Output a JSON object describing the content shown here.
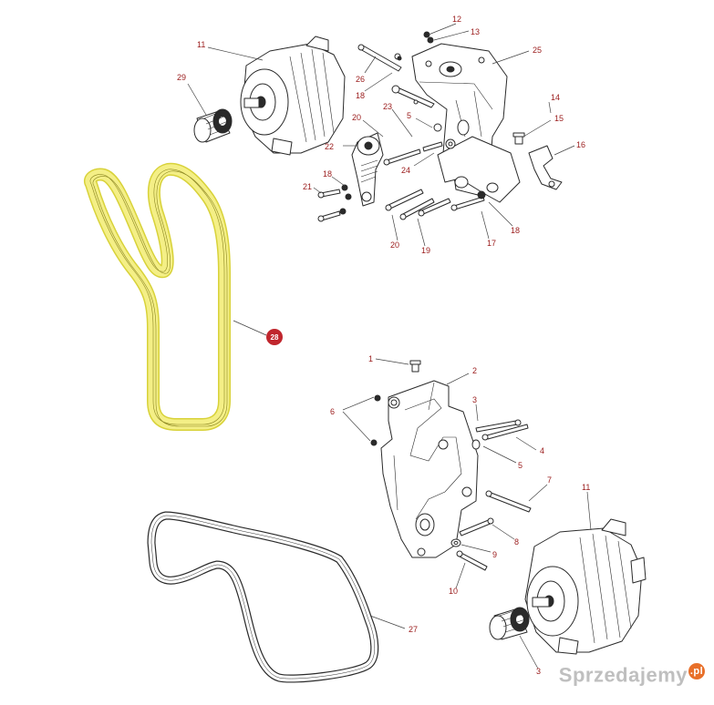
{
  "callouts": {
    "c1": "1",
    "c2": "2",
    "c3a": "3",
    "c3b": "3",
    "c4": "4",
    "c5a": "5",
    "c5b": "5",
    "c6": "6",
    "c7": "7",
    "c8": "8",
    "c9": "9",
    "c10": "10",
    "c11a": "11",
    "c11b": "11",
    "c12": "12",
    "c13": "13",
    "c14": "14",
    "c15": "15",
    "c16": "16",
    "c17": "17",
    "c18a": "18",
    "c18b": "18",
    "c18c": "18",
    "c19": "19",
    "c20a": "20",
    "c20b": "20",
    "c21": "21",
    "c22": "22",
    "c23": "23",
    "c24": "24",
    "c25": "25",
    "c26": "26",
    "c27": "27",
    "c28": "28",
    "c29": "29"
  },
  "colors": {
    "callout_text": "#9a1b1b",
    "highlight_belt": "#f4ef86",
    "highlight_badge": "#c0262d",
    "line_art": "#2a2a2a"
  },
  "highlighted_part": "28",
  "watermark": {
    "text": "Sprzedajemy",
    "suffix": ".pl"
  }
}
